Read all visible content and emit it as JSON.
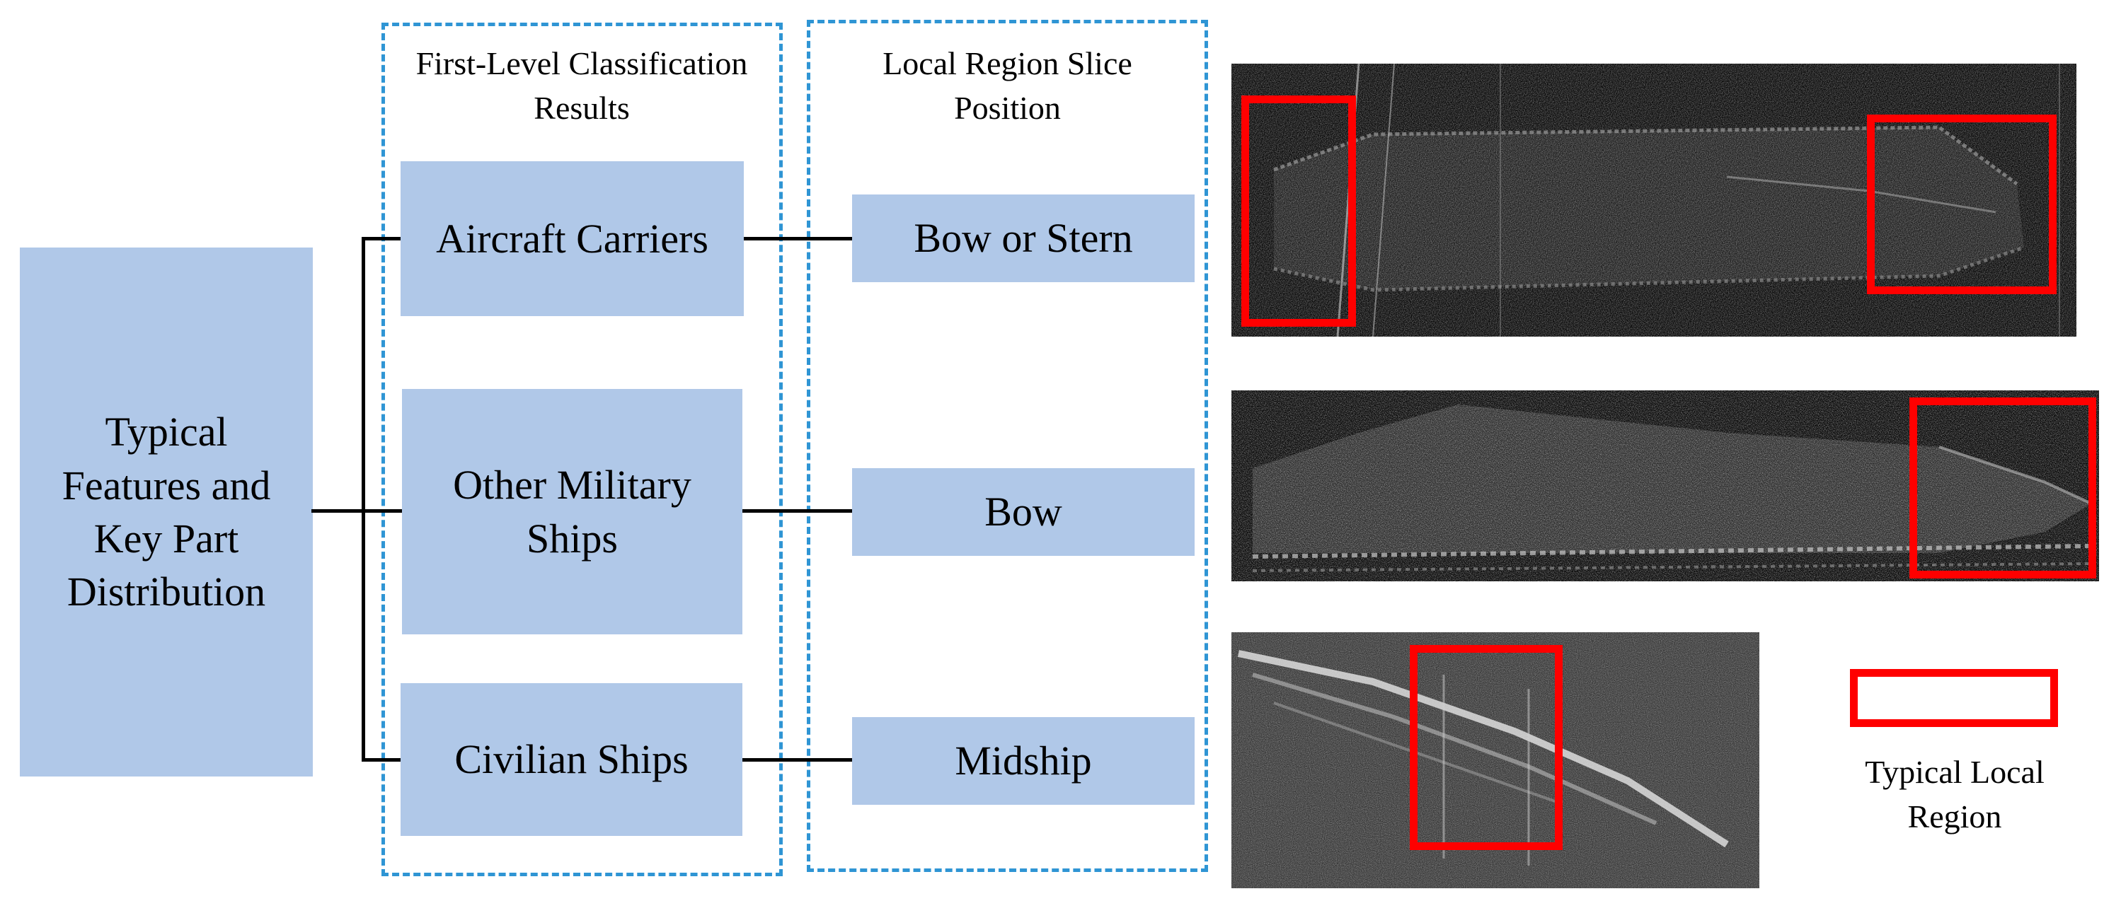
{
  "root": {
    "label": "Typical Features and Key Part Distribution"
  },
  "column_headers": {
    "classification": "First-Level Classification Results",
    "slice_position": "Local Region Slice Position"
  },
  "classes": [
    {
      "label": "Aircraft Carriers"
    },
    {
      "label": "Other Military Ships"
    },
    {
      "label": "Civilian Ships"
    }
  ],
  "positions": [
    {
      "label": "Bow or Stern"
    },
    {
      "label": "Bow"
    },
    {
      "label": "Midship"
    }
  ],
  "legend": {
    "label": "Typical Local Region"
  },
  "colors": {
    "box_fill": "#b0c8e8",
    "dashed_border": "#2f95d4",
    "highlight": "#ff0000"
  }
}
